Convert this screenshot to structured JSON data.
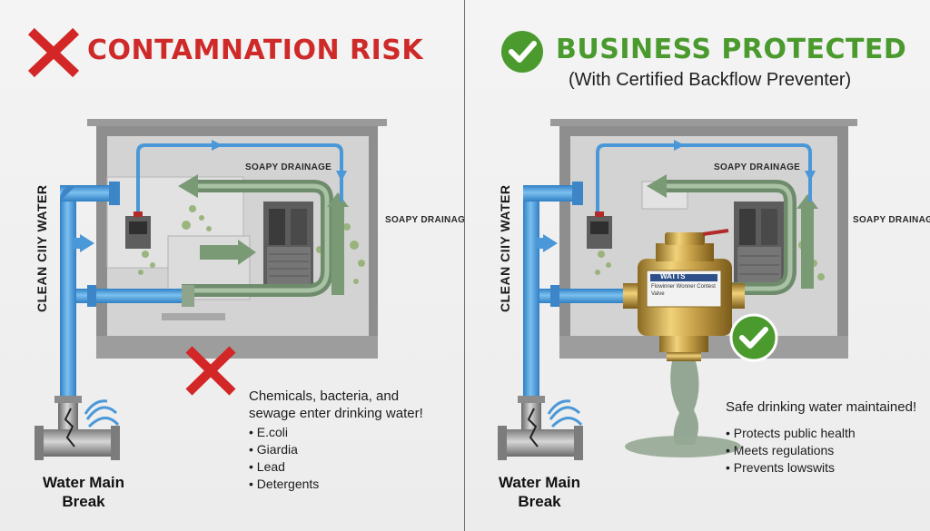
{
  "left_panel": {
    "headline": "CONTAMNATION RISK",
    "headline_icon": "red-x-icon",
    "building_label": "SOAPY DRAINAGE",
    "side_label": "SOAPY DRAINAGE",
    "vertical_label": "CLEAN CIIY WATER",
    "main_break_lines": [
      "Water Main",
      "Break"
    ],
    "warning_icon": "red-x-icon",
    "message_lines": [
      "Chemicals, bacteria, and",
      "sewage enter drinking water!"
    ],
    "bullets": [
      "E.coli",
      "Giardia",
      "Lead",
      "Detergents"
    ]
  },
  "right_panel": {
    "headline": "BUSINESS PROTECTED",
    "subhead": "(With Certified Backflow Preventer)",
    "headline_icon": "green-check-icon",
    "building_label": "SOAPY DRAINAGE",
    "side_label": "SOAPY DRAINAGE",
    "vertical_label": "CLEAN CIIY WATER",
    "main_break_lines": [
      "Water Main",
      "Break"
    ],
    "valve_brand": "WATTS",
    "valve_plate_text": [
      "Flowinner Wonner Contest",
      "Valve"
    ],
    "ok_icon": "green-check-icon",
    "message": "Safe drinking water maintained!",
    "bullets": [
      "Protects public health",
      "Meets regulations",
      "Prevents lowswits"
    ]
  },
  "colors": {
    "risk_red": "#cf2a2a",
    "protected_green": "#4a9a2e",
    "clean_water_blue": "#4a98d8",
    "drainage_green": "#7f9a7c",
    "brass": "#c9a24a"
  }
}
